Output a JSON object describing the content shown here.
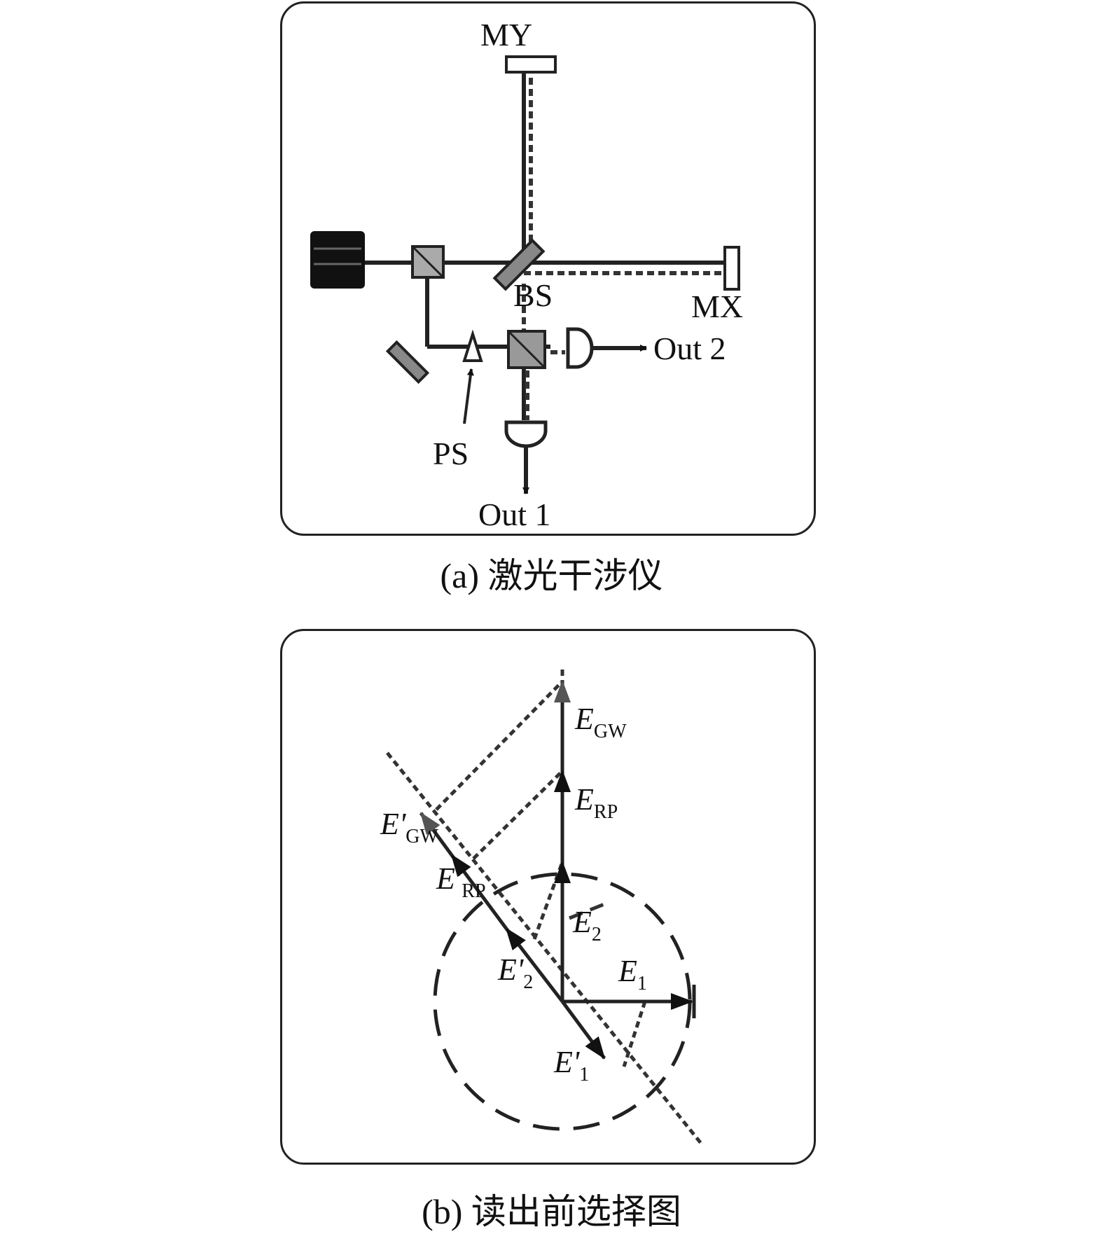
{
  "panel_a": {
    "caption": "(a) 激光干涉仪",
    "labels": {
      "my": "MY",
      "bs": "BS",
      "mx": "MX",
      "out2": "Out 2",
      "ps": "PS",
      "out1": "Out 1"
    }
  },
  "panel_b": {
    "caption": "(b) 读出前选择图",
    "vectors": {
      "egw": {
        "main": "E",
        "sub": "GW"
      },
      "erp": {
        "main": "E",
        "sub": "RP"
      },
      "epgw": {
        "main": "E'",
        "sub": "GW"
      },
      "eprp": {
        "main": "E'",
        "sub": "RP"
      },
      "e2": {
        "main": "E",
        "sub": "2"
      },
      "ep2": {
        "main": "E'",
        "sub": "2"
      },
      "e1": {
        "main": "E",
        "sub": "1"
      },
      "ep1": {
        "main": "E'",
        "sub": "1"
      }
    }
  }
}
